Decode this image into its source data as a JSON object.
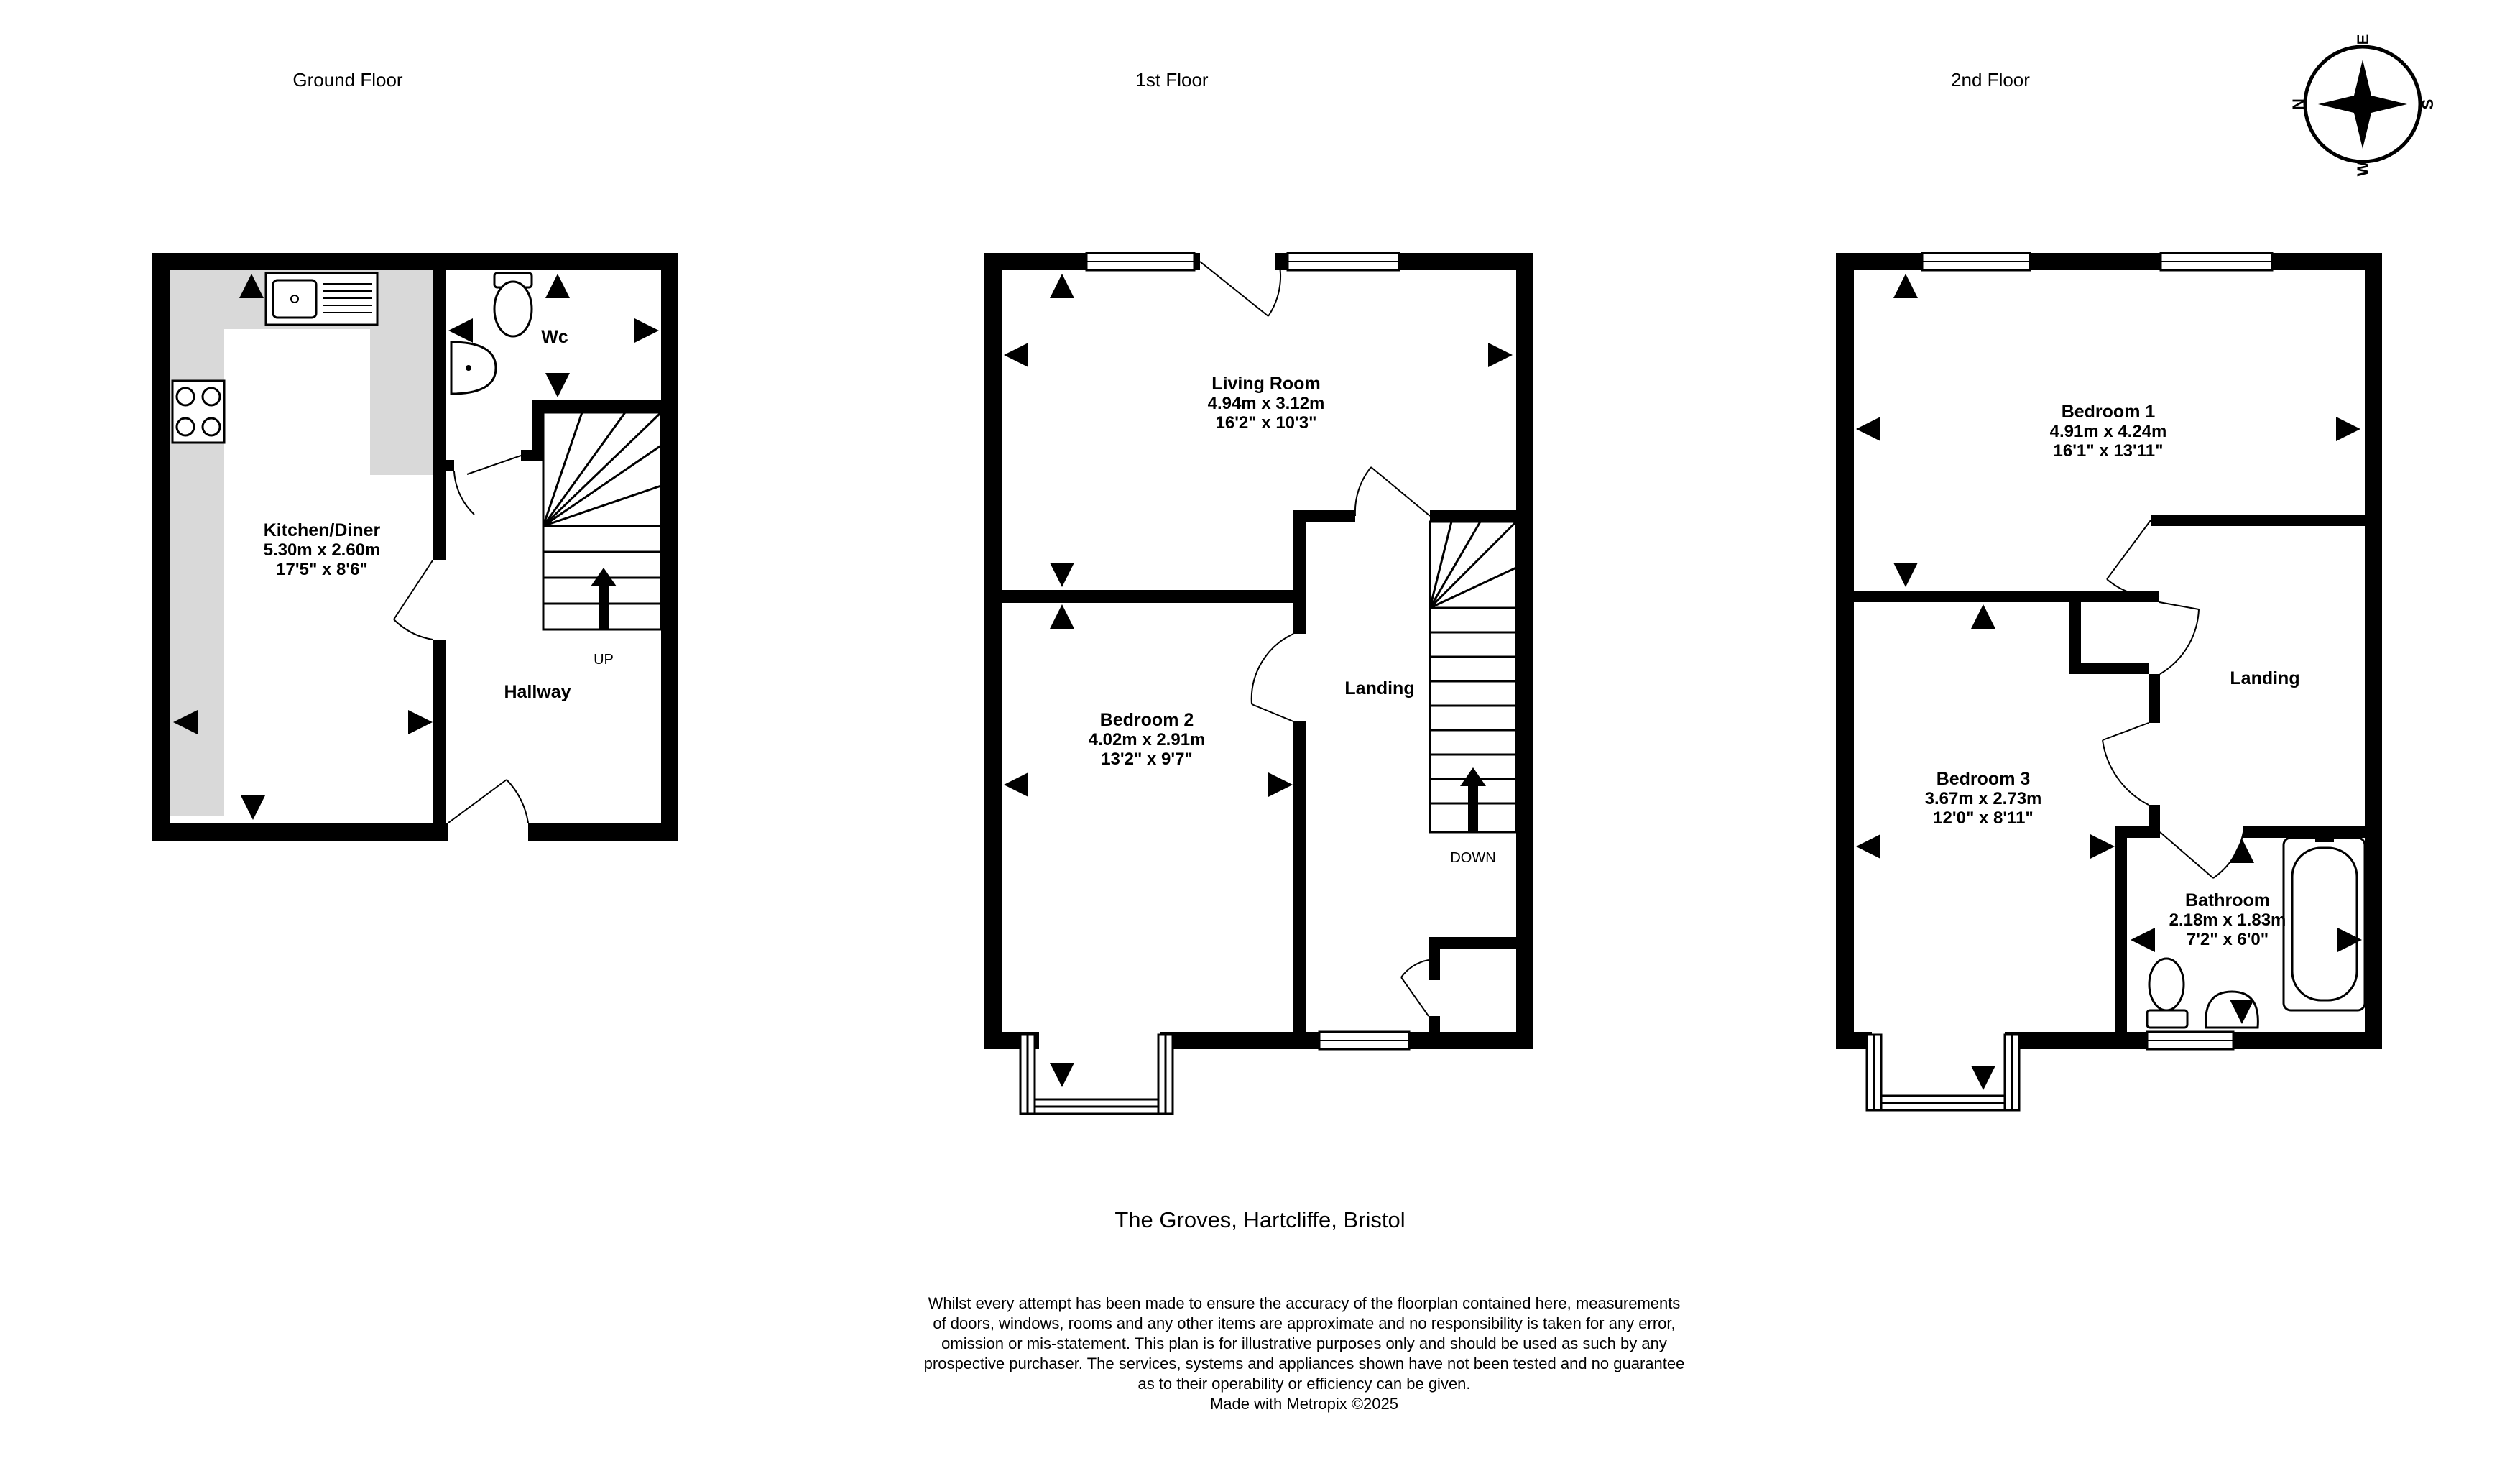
{
  "floors": [
    {
      "id": "ground",
      "title": "Ground Floor"
    },
    {
      "id": "first",
      "title": "1st Floor"
    },
    {
      "id": "second",
      "title": "2nd Floor"
    }
  ],
  "rooms": {
    "kitchen": {
      "name": "Kitchen/Diner",
      "metric": "5.30m  x 2.60m",
      "imperial": "17'5\"  x 8'6\""
    },
    "wc": {
      "name": "Wc"
    },
    "hallway": {
      "name": "Hallway"
    },
    "living": {
      "name": "Living Room",
      "metric": "4.94m  x 3.12m",
      "imperial": "16'2\"  x 10'3\""
    },
    "bedroom2": {
      "name": "Bedroom 2",
      "metric": "4.02m  x 2.91m",
      "imperial": "13'2\"  x 9'7\""
    },
    "landing1": {
      "name": "Landing"
    },
    "bedroom1": {
      "name": "Bedroom 1",
      "metric": "4.91m  x 4.24m",
      "imperial": "16'1\"  x 13'11\""
    },
    "landing2": {
      "name": "Landing"
    },
    "bedroom3": {
      "name": "Bedroom 3",
      "metric": "3.67m  x 2.73m",
      "imperial": "12'0\"  x 8'11\""
    },
    "bathroom": {
      "name": "Bathroom",
      "metric": "2.18m  x 1.83m",
      "imperial": "7'2\"  x 6'0\""
    }
  },
  "stairs": {
    "up": "UP",
    "down": "DOWN"
  },
  "compass": {
    "n": "N",
    "e": "E",
    "s": "S",
    "w": "W",
    "icon": "compass-rose-icon"
  },
  "address": "The Groves, Hartcliffe, Bristol",
  "disclaimer": [
    "Whilst every attempt has been made to ensure the accuracy of the floorplan contained here, measurements",
    "of doors, windows, rooms and any other items are approximate and no responsibility is taken for any error,",
    "omission or mis-statement. This plan is for illustrative purposes only and should be used as such by any",
    "prospective purchaser. The services, systems and appliances shown have not been tested and no guarantee",
    "as to their operability or efficiency can be given.",
    "Made with Metropix ©2025"
  ],
  "colors": {
    "wall": "#000000",
    "worktop": "#d9d9d9",
    "background": "#ffffff"
  }
}
